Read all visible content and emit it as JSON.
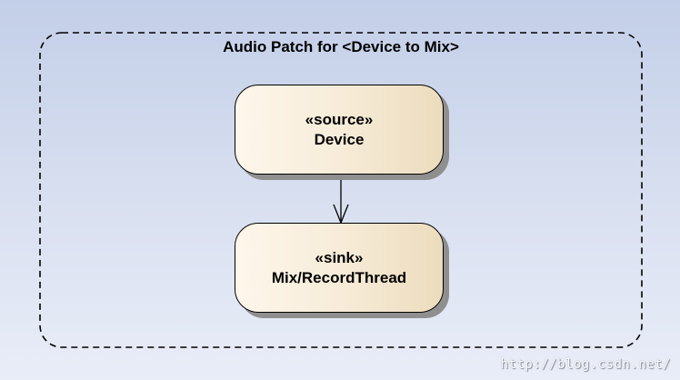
{
  "frame": {
    "title": "Audio Patch for <Device to Mix>"
  },
  "nodes": {
    "source": {
      "stereotype": "«source»",
      "name": "Device"
    },
    "sink": {
      "stereotype": "«sink»",
      "name": "Mix/RecordThread"
    }
  },
  "watermark": "http://blog.csdn.net/",
  "colors": {
    "background_top": "#c3cfe8",
    "background_bottom": "#e9edf8",
    "node_fill_light": "#fdf6ea",
    "node_fill_dark": "#ecdcbd",
    "node_shadow": "#8f8f8f"
  }
}
